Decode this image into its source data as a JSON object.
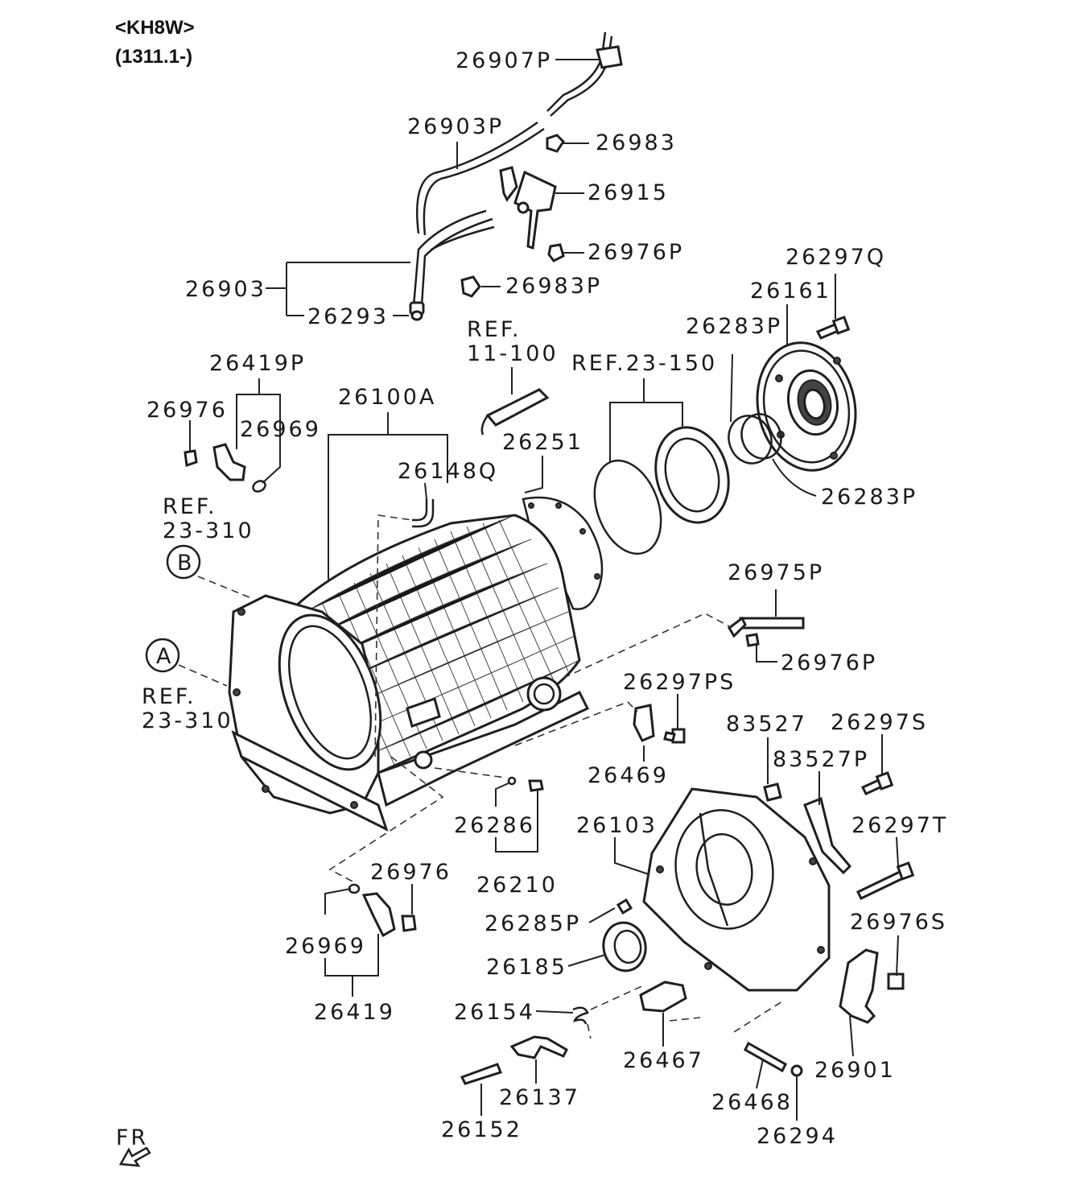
{
  "header": {
    "model": "<KH8W>",
    "range": "(1311.1-)"
  },
  "labels": {
    "l26907P": "26907P",
    "l26903P": "26903P",
    "l26983": "26983",
    "l26915": "26915",
    "l26976P_a": "26976P",
    "l26903": "26903",
    "l26983P": "26983P",
    "l26293": "26293",
    "l26297Q": "26297Q",
    "l26161": "26161",
    "l26283P_a": "26283P",
    "ref11_a": "REF.",
    "ref11_b": "11-100",
    "ref23_150": "REF.23-150",
    "l26419P": "26419P",
    "l26976_a": "26976",
    "l26969_a": "26969",
    "l26100A": "26100A",
    "l26251": "26251",
    "l26148Q": "26148Q",
    "l26283P_b": "26283P",
    "refB_a": "REF.",
    "refB_b": "23-310",
    "circB": "B",
    "circA": "A",
    "refA_a": "REF.",
    "refA_b": "23-310",
    "l26975P": "26975P",
    "l26976P_b": "26976P",
    "l26297PS": "26297PS",
    "l83527": "83527",
    "l26297S": "26297S",
    "l83527P": "83527P",
    "l26469": "26469",
    "l26286": "26286",
    "l26103": "26103",
    "l26297T": "26297T",
    "l26210": "26210",
    "l26976_b": "26976",
    "l26285P": "26285P",
    "l26976S": "26976S",
    "l26969_b": "26969",
    "l26185": "26185",
    "l26419": "26419",
    "l26154": "26154",
    "l26467": "26467",
    "l26901": "26901",
    "l26137": "26137",
    "l26468": "26468",
    "l26152": "26152",
    "l26294": "26294",
    "fr": "FR"
  }
}
